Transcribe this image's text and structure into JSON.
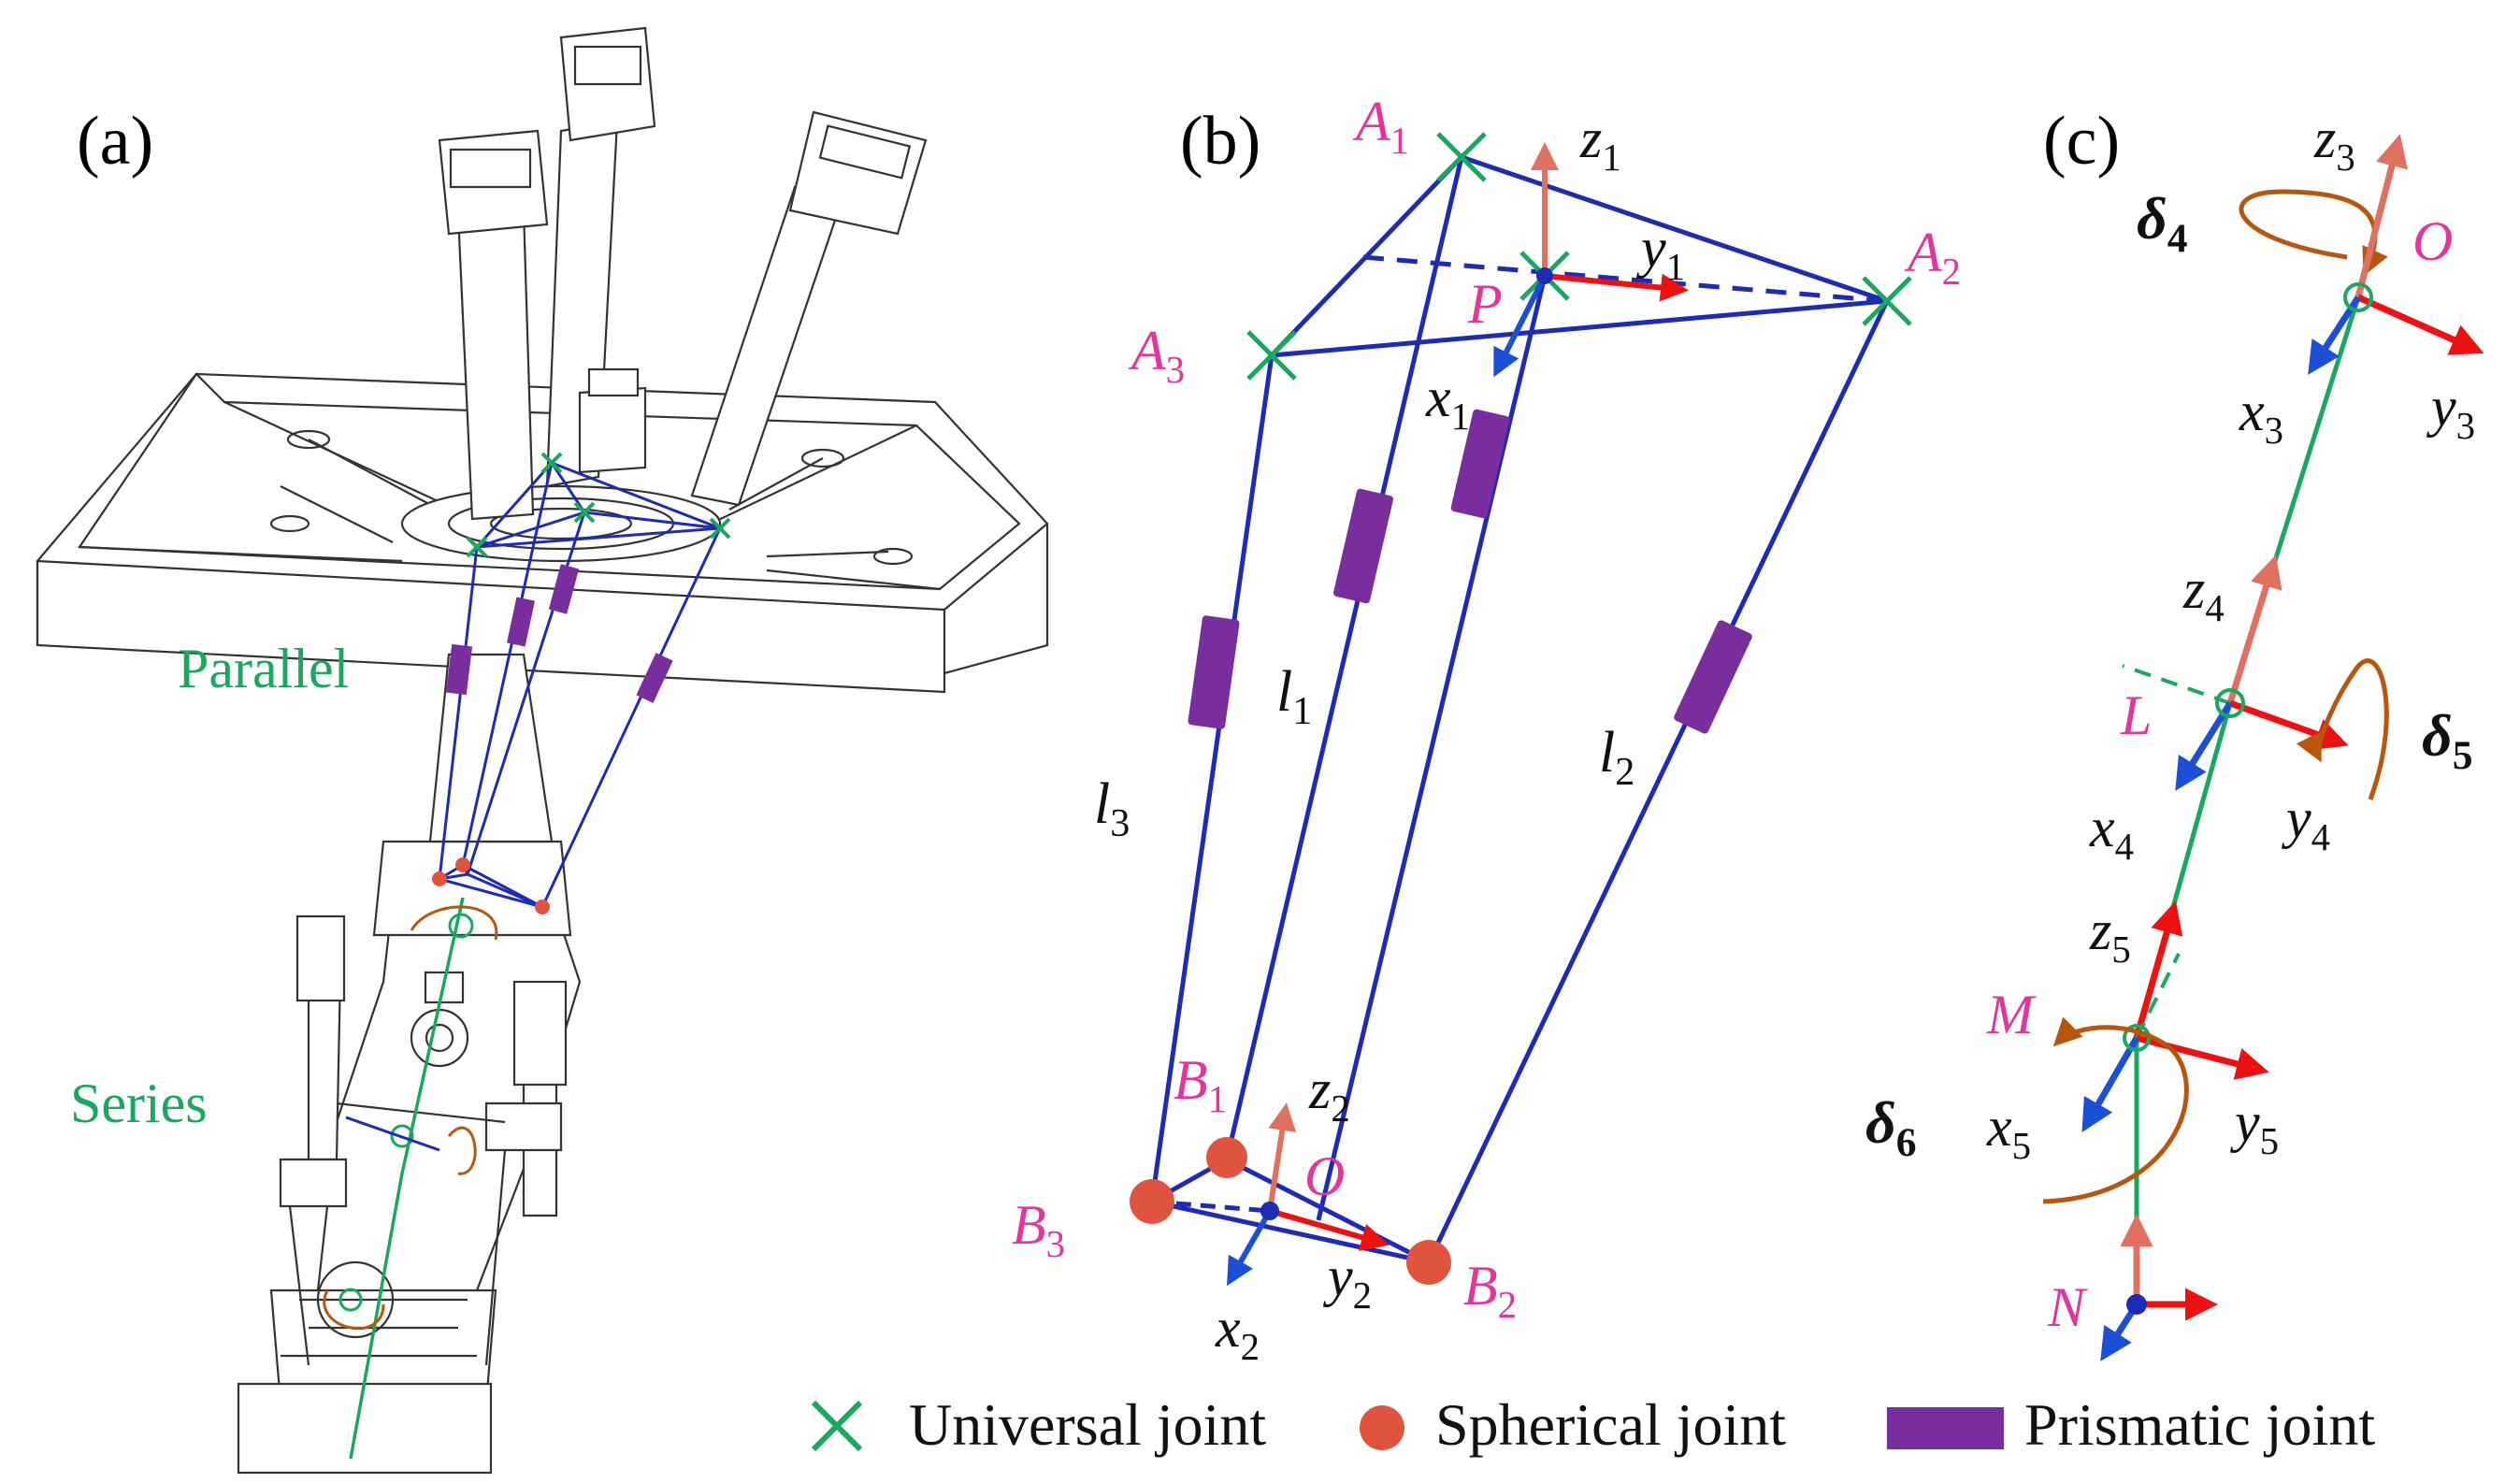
{
  "panels": {
    "a": {
      "label": "(a)",
      "parallel_label": "Parallel",
      "series_label": "Series"
    },
    "b": {
      "label": "(b)",
      "points": {
        "A1": {
          "base": "A",
          "sub": "1"
        },
        "A2": {
          "base": "A",
          "sub": "2"
        },
        "A3": {
          "base": "A",
          "sub": "3"
        },
        "B1": {
          "base": "B",
          "sub": "1"
        },
        "B2": {
          "base": "B",
          "sub": "2"
        },
        "B3": {
          "base": "B",
          "sub": "3"
        },
        "P": {
          "base": "P",
          "sub": ""
        },
        "O": {
          "base": "O",
          "sub": ""
        }
      },
      "axes": {
        "z1": {
          "base": "z",
          "sub": "1"
        },
        "y1": {
          "base": "y",
          "sub": "1"
        },
        "x1": {
          "base": "x",
          "sub": "1"
        },
        "z2": {
          "base": "z",
          "sub": "2"
        },
        "y2": {
          "base": "y",
          "sub": "2"
        },
        "x2": {
          "base": "x",
          "sub": "2"
        }
      },
      "legs": {
        "l1": {
          "base": "l",
          "sub": "1"
        },
        "l2": {
          "base": "l",
          "sub": "2"
        },
        "l3": {
          "base": "l",
          "sub": "3"
        }
      }
    },
    "c": {
      "label": "(c)",
      "points": {
        "O": {
          "base": "O"
        },
        "L": {
          "base": "L"
        },
        "M": {
          "base": "M"
        },
        "N": {
          "base": "N"
        }
      },
      "axes": {
        "z3": {
          "base": "z",
          "sub": "3"
        },
        "x3": {
          "base": "x",
          "sub": "3"
        },
        "y3": {
          "base": "y",
          "sub": "3"
        },
        "z4": {
          "base": "z",
          "sub": "4"
        },
        "x4": {
          "base": "x",
          "sub": "4"
        },
        "y4": {
          "base": "y",
          "sub": "4"
        },
        "z5": {
          "base": "z",
          "sub": "5"
        },
        "x5": {
          "base": "x",
          "sub": "5"
        },
        "y5": {
          "base": "y",
          "sub": "5"
        }
      },
      "angles": {
        "d4": {
          "base": "δ",
          "sub": "4"
        },
        "d5": {
          "base": "δ",
          "sub": "5"
        },
        "d6": {
          "base": "δ",
          "sub": "6"
        }
      }
    }
  },
  "legend": {
    "universal": "Universal joint",
    "spherical": "Spherical joint",
    "prismatic": "Prismatic joint"
  },
  "colors": {
    "link_blue": "#1d2bb5",
    "joint_green": "#1aa760",
    "sphere_red": "#e0533f",
    "prismatic_purple": "#7a2e9e",
    "label_magenta": "#e2369a",
    "axis_z": "#e07060",
    "axis_y": "#ee1111",
    "axis_x": "#1b4fd8",
    "rotation_orange": "#b8560e",
    "series_green": "#1aa760"
  }
}
